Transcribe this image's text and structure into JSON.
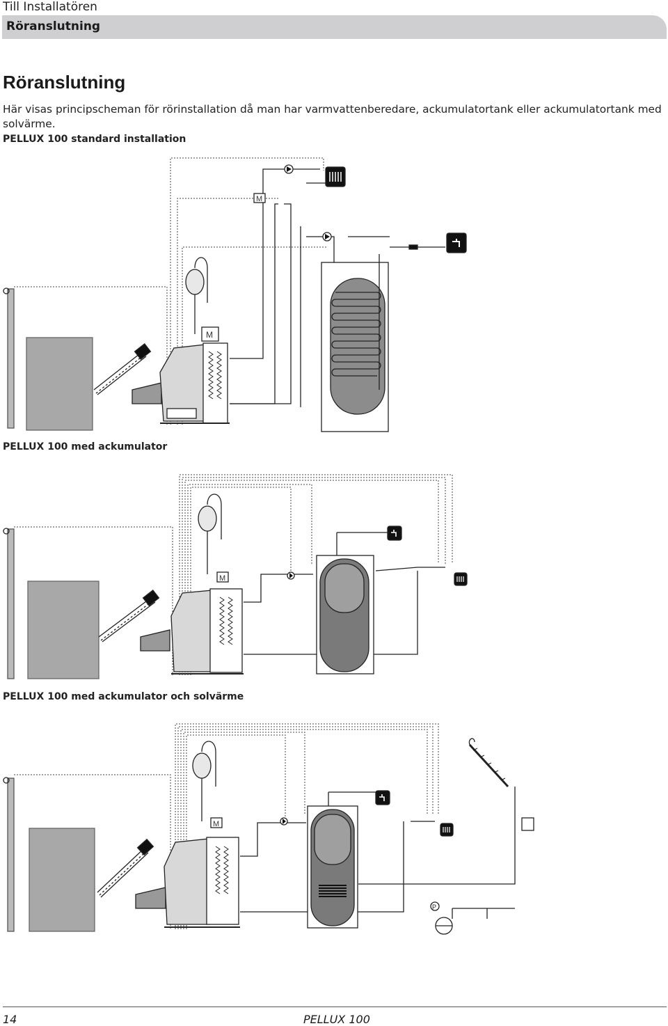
{
  "header": {
    "section": "Till Installatören",
    "subsection": "Röranslutning"
  },
  "page": {
    "title": "Röranslutning",
    "intro": "Här visas principscheman för rörinstallation då man har varmvattenberedare, ackumulatortank eller ackumulatortank med solvärme."
  },
  "figures": [
    {
      "caption": "PELLUX 100 standard installation"
    },
    {
      "caption": "PELLUX 100 med ackumulator"
    },
    {
      "caption": "PELLUX 100 med ackumulator och solvärme"
    }
  ],
  "symbols": {
    "motor": "M",
    "pressure": "P"
  },
  "footer": {
    "page_number": "14",
    "doc_name": "PELLUX 100"
  },
  "colors": {
    "header_bar": "#cfcfd1",
    "equipment_gray": "#a6a6a6",
    "tank_dark": "#8a8a8a",
    "icon_black": "#111111"
  }
}
